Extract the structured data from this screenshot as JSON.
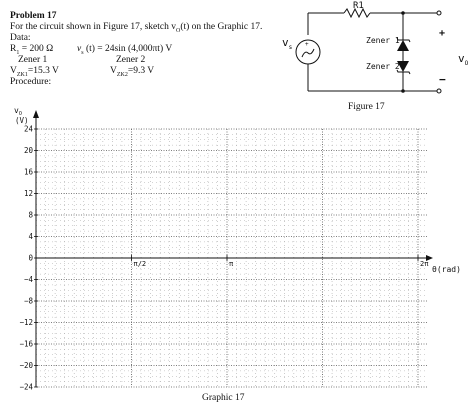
{
  "problem": {
    "title": "Problem 17",
    "statement": "For the circuit shown in Figure 17, sketch v",
    "statement_sub": "O",
    "statement_tail": "(t) on the Graphic 17.",
    "data_label": "Data:",
    "r1": "R",
    "r1_sub": "1",
    "r1_val": " = 200 Ω",
    "vs": "v",
    "vs_sub": "s",
    "vs_val": " (t) = 24sin (4,000πt) V",
    "zener1": "Zener 1",
    "zener2": "Zener 2",
    "vzk1": "V",
    "vzk1_sub": "ZK1",
    "vzk1_val": "=15.3 V",
    "vzk2": "V",
    "vzk2_sub": "ZK2",
    "vzk2_val": "=9.3 V",
    "procedure": "Procedure:"
  },
  "circuit": {
    "r1_label": "R1",
    "vs_label": "v",
    "vs_sub": "s",
    "zener1_label": "Zener 1",
    "zener2_label": "Zener 2",
    "plus": "+",
    "minus": "−",
    "vo_label": "v",
    "vo_sub": "O",
    "caption": "Figure 17"
  },
  "graphic": {
    "caption": "Graphic 17",
    "y_axis_label": "v",
    "y_axis_sub": "O",
    "y_unit": "(V)",
    "x_axis_label": "θ(rad)",
    "y_ticks": [
      "24",
      "20",
      "16",
      "12",
      "8",
      "4",
      "0",
      "−4",
      "−8",
      "−12",
      "−16",
      "−20",
      "−24"
    ],
    "x_ticks": [
      "π/2",
      "π",
      "2π"
    ]
  },
  "chart_data": {
    "type": "line",
    "title": "",
    "xlabel": "θ(rad)",
    "ylabel": "vO (V)",
    "x_tick_labels": [
      "π/2",
      "π",
      "2π"
    ],
    "y_ticks": [
      24,
      20,
      16,
      12,
      8,
      4,
      0,
      -4,
      -8,
      -12,
      -16,
      -20,
      -24
    ],
    "ylim": [
      -24,
      24
    ],
    "grid": true,
    "series": []
  }
}
